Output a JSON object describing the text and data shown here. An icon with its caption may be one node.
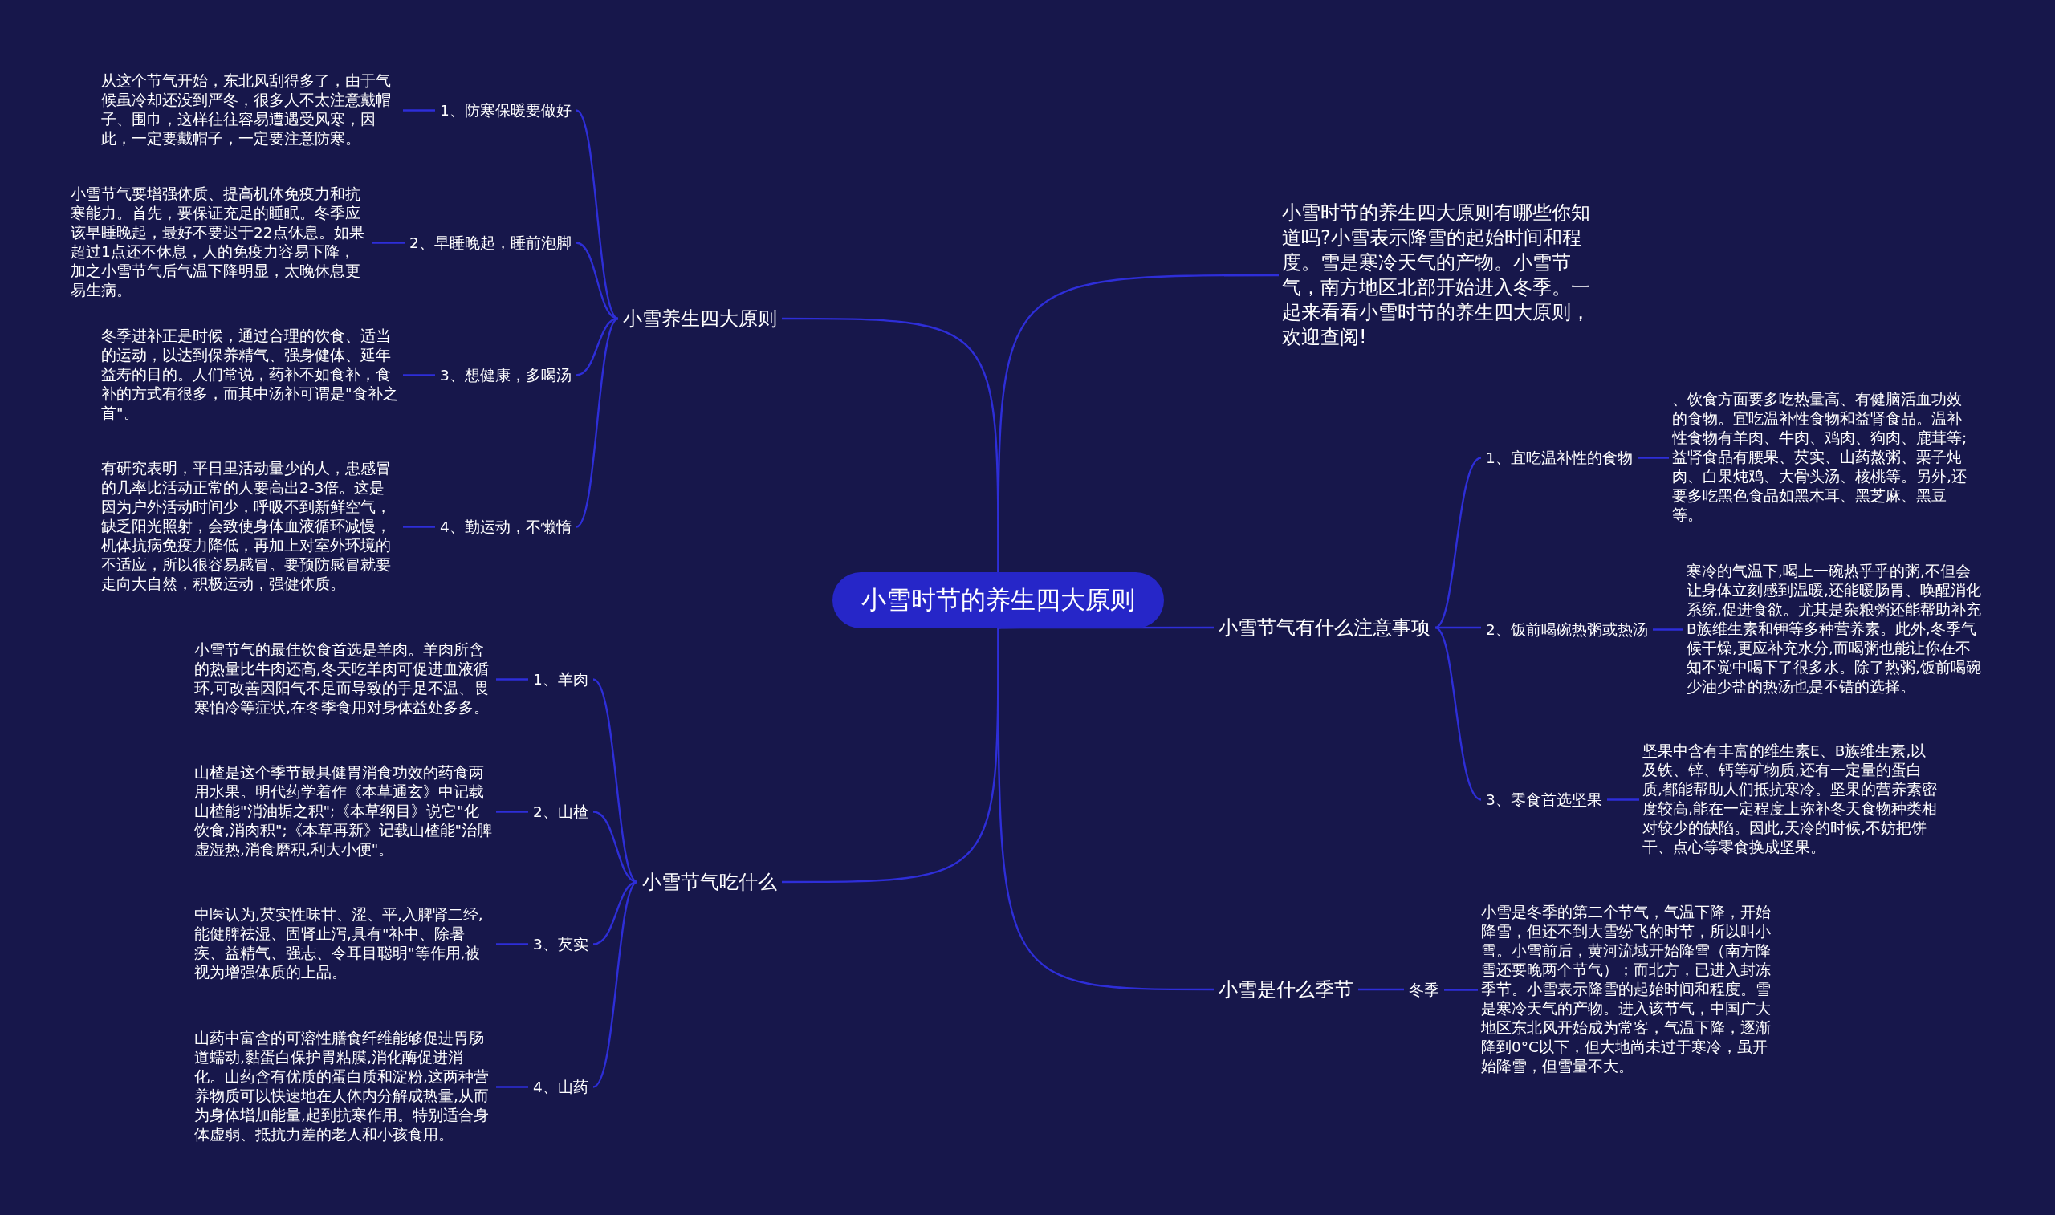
{
  "diagram": {
    "nodes": [
      {
        "text": [
          "小雪时节的养生四大原则"
        ]
      },
      {
        "text": [
          "小雪养生四大原则"
        ]
      },
      {
        "text": [
          "1、防寒保暖要做好"
        ]
      },
      {
        "text": [
          "2、早睡晚起，睡前泡脚"
        ]
      },
      {
        "text": [
          "3、想健康，多喝汤"
        ]
      },
      {
        "text": [
          "4、勤运动，不懒惰"
        ]
      },
      {
        "text": [
          "从这个节气开始，东北风刮得多了，由于气候虽冷却还没到严冬，很多人不太注意戴帽子、围巾，这样往往容易遭遇受风寒，因此，一定要戴帽子，一定要注意防寒。"
        ]
      },
      {
        "text": [
          "小雪节气要增强体质、提高机体免疫力和抗寒能力。首先，要保证充足的睡眠。冬季应该早睡晚起，最好不要迟于22点休息。如果超过1点还不休息，人的免疫力容易下降，加之小雪节气后气温下降明显，太晚休息更易生病。"
        ]
      },
      {
        "text": [
          "冬季进补正是时候，通过合理的饮食、适当的运动，以达到保养精气、强身健体、延年益寿的目的。人们常说，药补不如食补，食补的方式有很多，而其中汤补可谓是\"食补之首\"。"
        ]
      },
      {
        "text": [
          "有研究表明，平日里活动量少的人，患感冒的几率比活动正常的人要高出2-3倍。这是因为户外活动时间少，呼吸不到新鲜空气，缺乏阳光照射，会致使身体血液循环减慢，机体抗病免疫力降低，再加上对室外环境的不适应，所以很容易感冒。要预防感冒就要走向大自然，积极运动，强健体质。"
        ]
      },
      {
        "text": [
          "小雪节气吃什么"
        ]
      },
      {
        "text": [
          "1、羊肉"
        ]
      },
      {
        "text": [
          "2、山楂"
        ]
      },
      {
        "text": [
          "3、芡实"
        ]
      },
      {
        "text": [
          "4、山药"
        ]
      },
      {
        "text": [
          "小雪节气的最佳饮食首选是羊肉。羊肉所含的热量比牛肉还高,冬天吃羊肉可促进血液循环,可改善因阳气不足而导致的手足不温、畏寒怕冷等症状,在冬季食用对身体益处多多。"
        ]
      },
      {
        "text": [
          "山楂是这个季节最具健胃消食功效的药食两用水果。明代药学着作《本草通玄》中记载山楂能\"消油垢之积\";《本草纲目》说它\"化饮食,消肉积\";《本草再新》记载山楂能\"治脾虚湿热,消食磨积,利大小便\"。"
        ]
      },
      {
        "text": [
          "中医认为,芡实性味甘、涩、平,入脾肾二经,能健脾祛湿、固肾止泻,具有\"补中、除暑疾、益精气、强志、令耳目聪明\"等作用,被视为增强体质的上品。"
        ]
      },
      {
        "text": [
          "山药中富含的可溶性膳食纤维能够促进胃肠道蠕动,黏蛋白保护胃粘膜,消化酶促进消化。山药含有优质的蛋白质和淀粉,这两种营养物质可以快速地在人体内分解成热量,从而为身体增加能量,起到抗寒作用。特别适合身体虚弱、抵抗力差的老人和小孩食用。"
        ]
      },
      {
        "text": [
          "小雪时节的养生四大原则有哪些你知道吗?小雪表示降雪的起始时间和程度。雪是寒冷天气的产物。小雪节气，南方地区北部开始进入冬季。一起来看看小雪时节的养生四大原则，欢迎查阅!"
        ]
      },
      {
        "text": [
          "小雪节气有什么注意事项"
        ]
      },
      {
        "text": [
          "1、宜吃温补性的食物"
        ]
      },
      {
        "text": [
          "2、饭前喝碗热粥或热汤"
        ]
      },
      {
        "text": [
          "3、零食首选坚果"
        ]
      },
      {
        "text": [
          "、饮食方面要多吃热量高、有健脑活血功效的食物。宜吃温补性食物和益肾食品。温补性食物有羊肉、牛肉、鸡肉、狗肉、鹿茸等;益肾食品有腰果、芡实、山药熬粥、栗子炖肉、白果炖鸡、大骨头汤、核桃等。另外,还要多吃黑色食品如黑木耳、黑芝麻、黑豆等。"
        ]
      },
      {
        "text": [
          "寒冷的气温下,喝上一碗热乎乎的粥,不但会让身体立刻感到温暖,还能暖肠胃、唤醒消化系统,促进食欲。尤其是杂粮粥还能帮助补充B族维生素和钾等多种营养素。此外,冬季气候干燥,更应补充水分,而喝粥也能让你在不知不觉中喝下了很多水。除了热粥,饭前喝碗少油少盐的热汤也是不错的选择。"
        ]
      },
      {
        "text": [
          "坚果中含有丰富的维生素E、B族维生素,以及铁、锌、钙等矿物质,还有一定量的蛋白质,都能帮助人们抵抗寒冷。坚果的营养素密度较高,能在一定程度上弥补冬天食物种类相对较少的缺陷。因此,天冷的时候,不妨把饼干、点心等零食换成坚果。"
        ]
      },
      {
        "text": [
          "小雪是什么季节"
        ]
      },
      {
        "text": [
          "冬季"
        ]
      },
      {
        "text": [
          "小雪是冬季的第二个节气，气温下降，开始降雪，但还不到大雪纷飞的时节，所以叫小雪。小雪前后，黄河流域开始降雪（南方降雪还要晚两个节气）；而北方，已进入封冻季节。小雪表示降雪的起始时间和程度。雪是寒冷天气的产物。进入该节气，中国广大地区东北风开始成为常客，气温下降，逐渐降到0°C以下，但大地尚未过于寒冷，虽开始降雪，但雪量不大。"
        ]
      }
    ],
    "edges": [
      {
        "from": 0,
        "to": 1,
        "arrow": "none"
      },
      {
        "from": 1,
        "to": 2,
        "arrow": "none"
      },
      {
        "from": 1,
        "to": 3,
        "arrow": "none"
      },
      {
        "from": 1,
        "to": 4,
        "arrow": "none"
      },
      {
        "from": 1,
        "to": 5,
        "arrow": "none"
      },
      {
        "from": 2,
        "to": 6,
        "arrow": "none"
      },
      {
        "from": 3,
        "to": 7,
        "arrow": "none"
      },
      {
        "from": 4,
        "to": 8,
        "arrow": "none"
      },
      {
        "from": 5,
        "to": 9,
        "arrow": "none"
      },
      {
        "from": 0,
        "to": 10,
        "arrow": "none"
      },
      {
        "from": 10,
        "to": 11,
        "arrow": "none"
      },
      {
        "from": 10,
        "to": 12,
        "arrow": "none"
      },
      {
        "from": 10,
        "to": 13,
        "arrow": "none"
      },
      {
        "from": 10,
        "to": 14,
        "arrow": "none"
      },
      {
        "from": 11,
        "to": 15,
        "arrow": "none"
      },
      {
        "from": 12,
        "to": 16,
        "arrow": "none"
      },
      {
        "from": 13,
        "to": 17,
        "arrow": "none"
      },
      {
        "from": 14,
        "to": 18,
        "arrow": "none"
      },
      {
        "from": 0,
        "to": 19,
        "arrow": "none"
      },
      {
        "from": 0,
        "to": 20,
        "arrow": "none"
      },
      {
        "from": 20,
        "to": 21,
        "arrow": "none"
      },
      {
        "from": 20,
        "to": 22,
        "arrow": "none"
      },
      {
        "from": 20,
        "to": 23,
        "arrow": "none"
      },
      {
        "from": 21,
        "to": 24,
        "arrow": "none"
      },
      {
        "from": 22,
        "to": 25,
        "arrow": "none"
      },
      {
        "from": 23,
        "to": 26,
        "arrow": "none"
      },
      {
        "from": 0,
        "to": 27,
        "arrow": "none"
      },
      {
        "from": 27,
        "to": 28,
        "arrow": "none"
      },
      {
        "from": 28,
        "to": 29,
        "arrow": "none"
      }
    ]
  }
}
